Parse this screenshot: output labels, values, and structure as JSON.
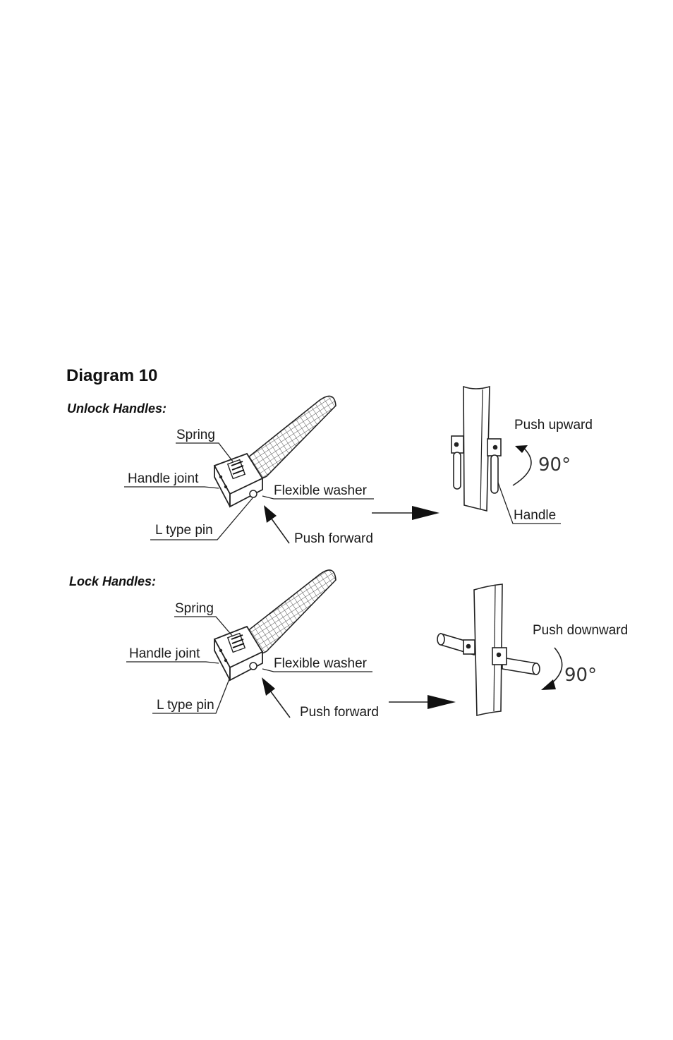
{
  "title": "Diagram 10",
  "unlock": {
    "heading": "Unlock Handles:",
    "spring": "Spring",
    "handle_joint": "Handle joint",
    "flexible_washer": "Flexible washer",
    "l_type_pin": "L type pin",
    "push_forward": "Push forward",
    "push_direction": "Push upward",
    "angle": "90°",
    "handle": "Handle"
  },
  "lock": {
    "heading": "Lock Handles:",
    "spring": "Spring",
    "handle_joint": "Handle joint",
    "flexible_washer": "Flexible washer",
    "l_type_pin": "L type pin",
    "push_forward": "Push forward",
    "push_direction": "Push downward",
    "angle": "90°"
  }
}
